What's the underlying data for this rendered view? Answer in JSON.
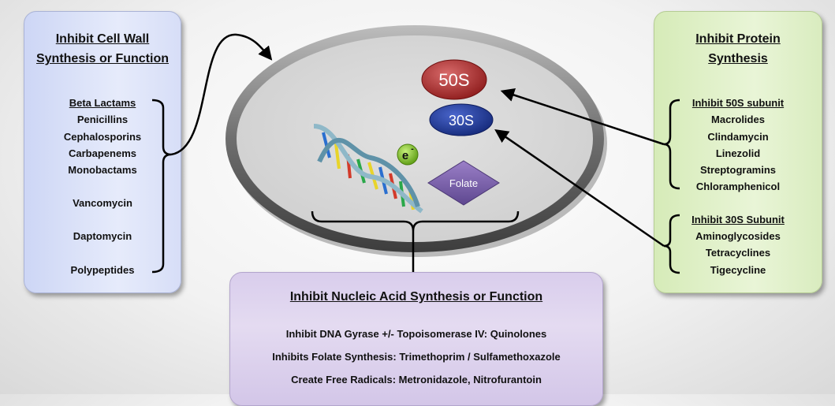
{
  "cell_wall": {
    "title_line1": "Inhibit Cell Wall",
    "title_line2": "Synthesis or Function",
    "items": [
      "Beta Lactams",
      "Penicillins",
      "Cephalosporins",
      "Carbapenems",
      "Monobactams",
      "Vancomycin",
      "Daptomycin",
      "Polypeptides"
    ]
  },
  "protein": {
    "title_line1": "Inhibit Protein",
    "title_line2": "Synthesis",
    "group_50s": {
      "header": "Inhibit 50S subunit",
      "items": [
        "Macrolides",
        "Clindamycin",
        "Linezolid",
        "Streptogramins",
        "Chloramphenicol"
      ]
    },
    "group_30s": {
      "header": "Inhibit 30S Subunit",
      "items": [
        "Aminoglycosides",
        "Tetracyclines",
        "Tigecycline"
      ]
    }
  },
  "nucleic": {
    "title": "Inhibit Nucleic Acid Synthesis or Function",
    "lines": [
      "Inhibit DNA Gyrase +/- Topoisomerase IV: Quinolones",
      "Inhibits Folate Synthesis: Trimethoprim / Sulfamethoxazole",
      "Create Free Radicals: Metronidazole, Nitrofurantoin"
    ]
  },
  "cell": {
    "ribosome_50s": "50S",
    "ribosome_30s": "30S",
    "electron_label": "e",
    "electron_charge": "-",
    "folate_label": "Folate"
  },
  "colors": {
    "ribosome_50s": "#b02a2a",
    "ribosome_30s": "#1f3a9e",
    "electron": "#7cc022",
    "folate": "#7b5ea7"
  }
}
